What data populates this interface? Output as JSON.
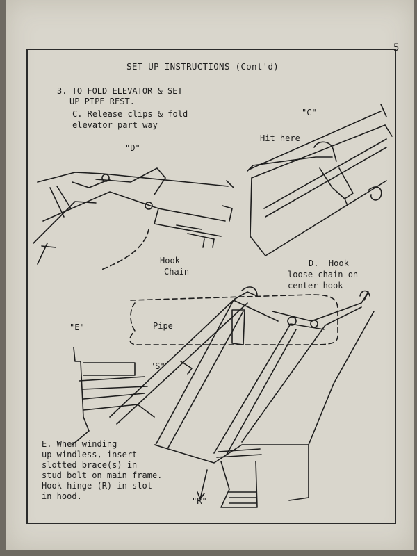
{
  "page_number": "5",
  "title": "SET-UP INSTRUCTIONS (Cont'd)",
  "step3": {
    "heading_line1": "3. TO FOLD ELEVATOR & SET",
    "heading_line2": "UP PIPE REST.",
    "sub_c_line1": "C. Release clips & fold",
    "sub_c_line2": "elevator part way"
  },
  "labels": {
    "fig_d": "\"D\"",
    "fig_c": "\"C\"",
    "hit_here": "Hit here",
    "hook": "Hook",
    "chain": "Chain",
    "d_note_line1": "D.  Hook",
    "d_note_line2": "loose chain on",
    "d_note_line3": "center hook",
    "fig_e": "\"E\"",
    "pipe": "Pipe",
    "s": "\"S\"",
    "r": "\"R\""
  },
  "note_e": {
    "line1": "E. When winding",
    "line2": "up windless, insert",
    "line3": "slotted brace(s) in",
    "line4": "stud bolt on main frame.",
    "line5": "Hook hinge (R) in slot",
    "line6": "in hood."
  }
}
